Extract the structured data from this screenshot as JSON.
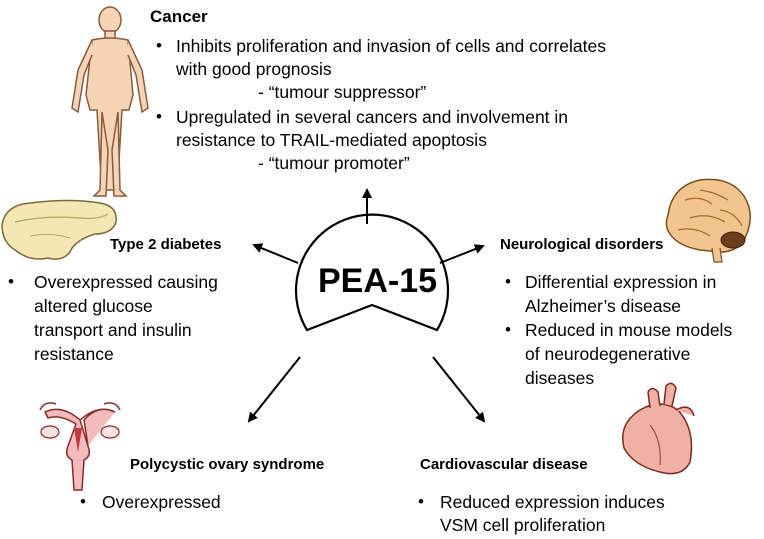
{
  "center_label": "PEA-15",
  "cancer": {
    "heading": "Cancer",
    "bullets": [
      {
        "line1": "Inhibits proliferation and invasion of cells and correlates",
        "line2": "with good prognosis",
        "tag": "- “tumour suppressor”"
      },
      {
        "line1": "Upregulated in  several cancers and  involvement in",
        "line2": "resistance to TRAIL-mediated apoptosis",
        "tag": "- “tumour promoter”"
      }
    ]
  },
  "diabetes": {
    "heading": "Type 2 diabetes",
    "lines": [
      "Overexpressed causing",
      "altered glucose",
      "transport and insulin",
      "resistance"
    ]
  },
  "neuro": {
    "heading": "Neurological disorders",
    "bullets": [
      {
        "lines": [
          "Differential expression in",
          "Alzheimer’s disease"
        ]
      },
      {
        "lines": [
          "Reduced in mouse models",
          "of neurodegenerative",
          "diseases"
        ]
      }
    ]
  },
  "pcos": {
    "heading": "Polycystic ovary syndrome",
    "lines": [
      "Overexpressed"
    ]
  },
  "cardio": {
    "heading": "Cardiovascular disease",
    "lines": [
      "Reduced expression induces",
      "VSM cell proliferation"
    ]
  },
  "icons": [
    "human-body-icon",
    "pancreas-icon",
    "brain-icon",
    "uterus-icon",
    "heart-icon"
  ]
}
